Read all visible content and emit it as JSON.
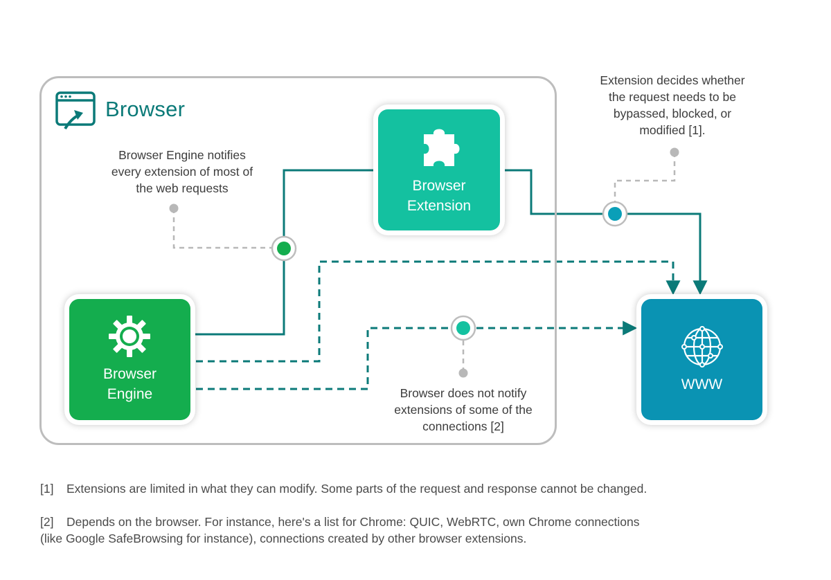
{
  "browser": {
    "title": "Browser",
    "icon": "browser-window-icon"
  },
  "nodes": {
    "extension": {
      "label": "Browser\nExtension",
      "icon": "puzzle-icon",
      "color": "#14c1a0"
    },
    "engine": {
      "label": "Browser\nEngine",
      "icon": "gear-icon",
      "color": "#14ad4e"
    },
    "www": {
      "label": "WWW",
      "icon": "globe-icon",
      "color": "#0a93b3"
    }
  },
  "annotations": {
    "engine_notifies": "Browser Engine notifies\nevery extension of most of\nthe web requests",
    "extension_decides": "Extension decides whether\nthe request needs to be\nbypassed, blocked, or\nmodified [1].",
    "no_notify": "Browser does not notify\nextensions of some of the\nconnections [2]"
  },
  "footnotes": [
    {
      "marker": "[1]",
      "text": "Extensions are limited in what they can modify. Some parts of the request and response cannot be changed."
    },
    {
      "marker": "[2]",
      "text": "Depends on the browser. For instance, here's a list for Chrome: QUIC, WebRTC, own Chrome connections",
      "text2": "(like Google SafeBrowsing for instance), connections created by other browser extensions."
    }
  ],
  "colors": {
    "frame": "#bdbdbd",
    "title": "#0b7a78",
    "line": "#0b7a78",
    "callout": "#b8b8b8",
    "dot_green": "#14ad4e",
    "dot_teal_light": "#14c1a0",
    "dot_teal_blue": "#0a9fb8"
  }
}
